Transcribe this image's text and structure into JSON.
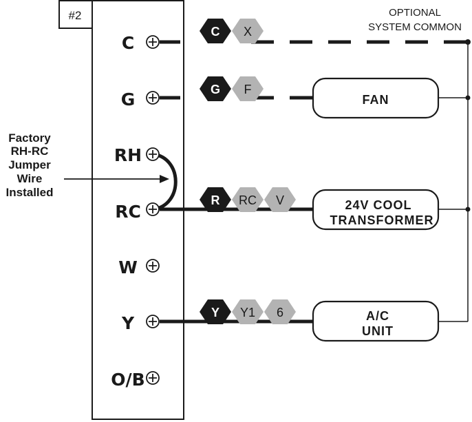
{
  "panel": {
    "tag": "#2"
  },
  "terminals": [
    {
      "id": "C",
      "label": "C"
    },
    {
      "id": "G",
      "label": "G"
    },
    {
      "id": "RH",
      "label": "RH"
    },
    {
      "id": "RC",
      "label": "RC"
    },
    {
      "id": "W",
      "label": "W"
    },
    {
      "id": "Y",
      "label": "Y"
    },
    {
      "id": "OB",
      "label": "O/B"
    }
  ],
  "wire_codes": {
    "C": {
      "primary": "C",
      "alts": [
        "X"
      ]
    },
    "G": {
      "primary": "G",
      "alts": [
        "F"
      ]
    },
    "RC": {
      "primary": "R",
      "alts": [
        "RC",
        "V"
      ]
    },
    "Y": {
      "primary": "Y",
      "alts": [
        "Y1",
        "6"
      ]
    }
  },
  "annotations": {
    "optional_line1": "OPTIONAL",
    "optional_line2": "SYSTEM COMMON",
    "factory_lines": [
      "Factory",
      "RH-RC",
      "Jumper",
      "Wire",
      "Installed"
    ]
  },
  "devices": {
    "fan": {
      "label": "FAN"
    },
    "transformer": {
      "line1": "24V COOL",
      "line2": "TRANSFORMER"
    },
    "ac_unit": {
      "line1": "A/C",
      "line2": "UNIT"
    }
  },
  "colors": {
    "primary_hex": "#1a1a1a",
    "alt_hex": "#b3b3b3",
    "line": "#1a1a1a"
  }
}
